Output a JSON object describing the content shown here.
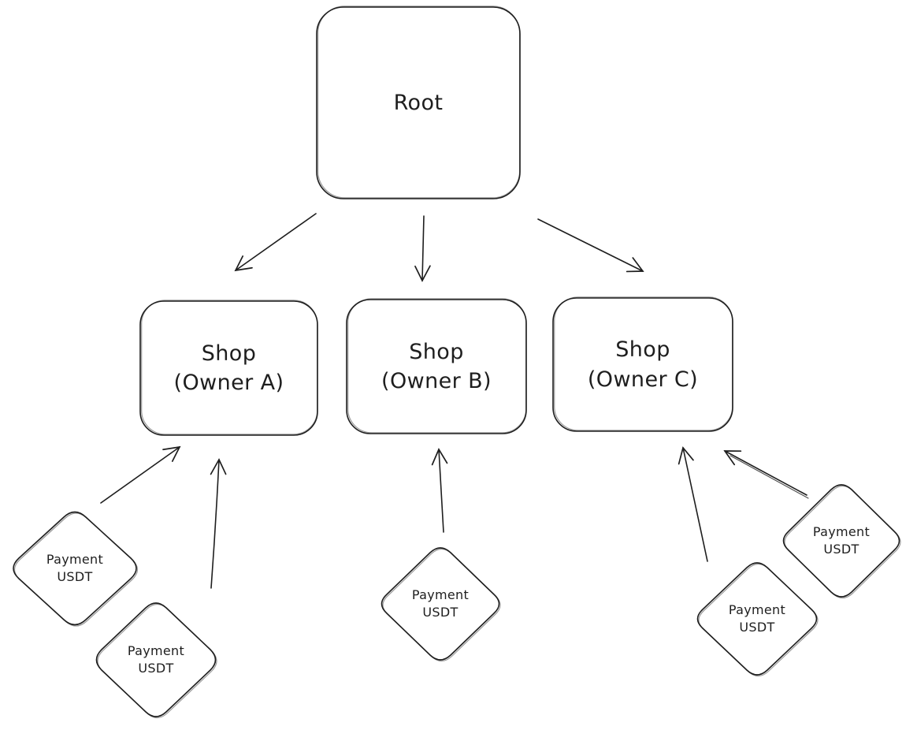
{
  "diagram": {
    "style": "hand-drawn-sketch",
    "colors": {
      "stroke": "#1e1e1e",
      "canvas": "#ffffff"
    },
    "nodes": {
      "root": {
        "label": "Root"
      },
      "shops": [
        {
          "line1": "Shop",
          "line2": "(Owner A)"
        },
        {
          "line1": "Shop",
          "line2": "(Owner B)"
        },
        {
          "line1": "Shop",
          "line2": "(Owner C)"
        }
      ],
      "payments": [
        {
          "line1": "Payment",
          "line2": "USDT",
          "position": "left-upper"
        },
        {
          "line1": "Payment",
          "line2": "USDT",
          "position": "left-lower"
        },
        {
          "line1": "Payment",
          "line2": "USDT",
          "position": "center"
        },
        {
          "line1": "Payment",
          "line2": "USDT",
          "position": "right-lower"
        },
        {
          "line1": "Payment",
          "line2": "USDT",
          "position": "right-upper"
        }
      ]
    },
    "edges": [
      {
        "from": "root",
        "to": "shop-owner-a"
      },
      {
        "from": "root",
        "to": "shop-owner-b"
      },
      {
        "from": "root",
        "to": "shop-owner-c"
      },
      {
        "from": "payment-left-upper",
        "to": "shop-owner-a"
      },
      {
        "from": "payment-left-lower",
        "to": "shop-owner-a"
      },
      {
        "from": "payment-center",
        "to": "shop-owner-b"
      },
      {
        "from": "payment-right-lower",
        "to": "shop-owner-c"
      },
      {
        "from": "payment-right-upper",
        "to": "shop-owner-c"
      }
    ]
  }
}
